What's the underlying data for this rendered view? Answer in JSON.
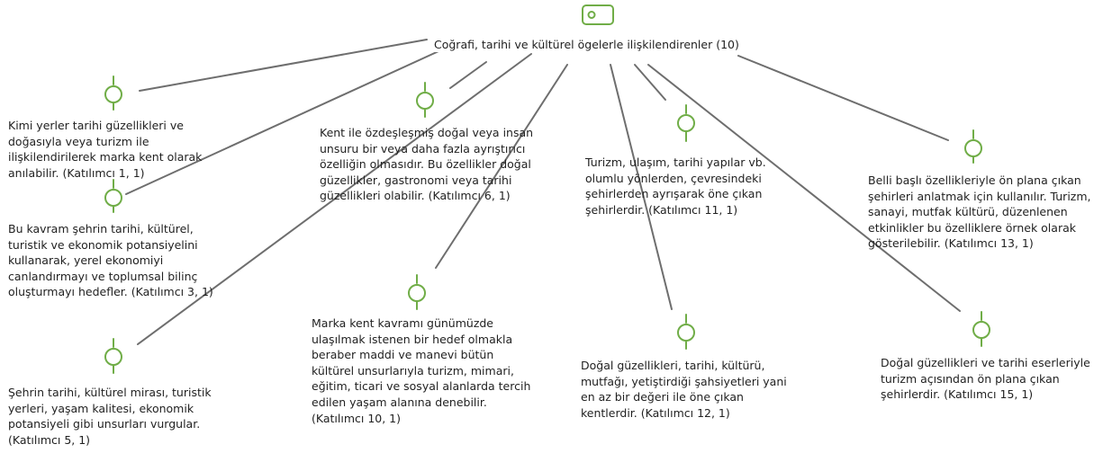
{
  "colors": {
    "icon_green": "#70ad47",
    "line_gray": "#6e6e6e",
    "text": "#222222"
  },
  "root": {
    "label": "Coğrafi, tarihi ve kültürel ögelerle ilişkilendirenler (10)",
    "icon": "tag-icon"
  },
  "nodes": [
    {
      "text": "Kimi yerler tarihi güzellikleri ve doğasıyla veya turizm ile ilişkilendirilerek marka kent olarak anılabilir. (Katılımcı 1, 1)",
      "icon": "node-marker-icon"
    },
    {
      "text": "Bu kavram şehrin tarihi, kültürel, turistik ve ekonomik potansiyelini kullanarak, yerel ekonomiyi canlandırmayı ve toplumsal bilinç oluşturmayı hedefler. (Katılımcı 3, 1)",
      "icon": "node-marker-icon"
    },
    {
      "text": "Şehrin tarihi, kültürel mirası, turistik yerleri, yaşam kalitesi, ekonomik potansiyeli gibi unsurları vurgular. (Katılımcı 5, 1)",
      "icon": "node-marker-icon"
    },
    {
      "text": "Kent ile özdeşleşmiş doğal veya insan unsuru bir veya daha fazla ayrıştırıcı özelliğin olmasıdır. Bu özellikler doğal güzellikler, gastronomi veya tarihi güzellikleri olabilir. (Katılımcı 6, 1)",
      "icon": "node-marker-icon"
    },
    {
      "text": "Marka kent kavramı günümüzde ulaşılmak istenen bir hedef olmakla beraber maddi ve manevi bütün kültürel unsurlarıyla turizm, mimari, eğitim, ticari ve sosyal alanlarda tercih edilen yaşam alanına denebilir. (Katılımcı 10, 1)",
      "icon": "node-marker-icon"
    },
    {
      "text": "Turizm, ulaşım, tarihi yapılar vb. olumlu yönlerden, çevresindeki şehirlerden ayrışarak öne çıkan şehirlerdir. (Katılımcı 11, 1)",
      "icon": "node-marker-icon"
    },
    {
      "text": "Doğal güzellikleri, tarihi, kültürü, mutfağı, yetiştirdiği şahsiyetleri yani en az bir değeri ile öne çıkan kentlerdir. (Katılımcı 12, 1)",
      "icon": "node-marker-icon"
    },
    {
      "text": "Belli başlı özellikleriyle ön plana çıkan şehirleri anlatmak için kullanılır. Turizm, sanayi, mutfak kültürü, düzenlenen etkinlikler bu özelliklere örnek olarak gösterilebilir. (Katılımcı 13, 1)",
      "icon": "node-marker-icon"
    },
    {
      "text": "Doğal güzellikleri ve tarihi eserleriyle turizm açısından ön plana çıkan şehirlerdir. (Katılımcı 15, 1)",
      "icon": "node-marker-icon"
    }
  ]
}
